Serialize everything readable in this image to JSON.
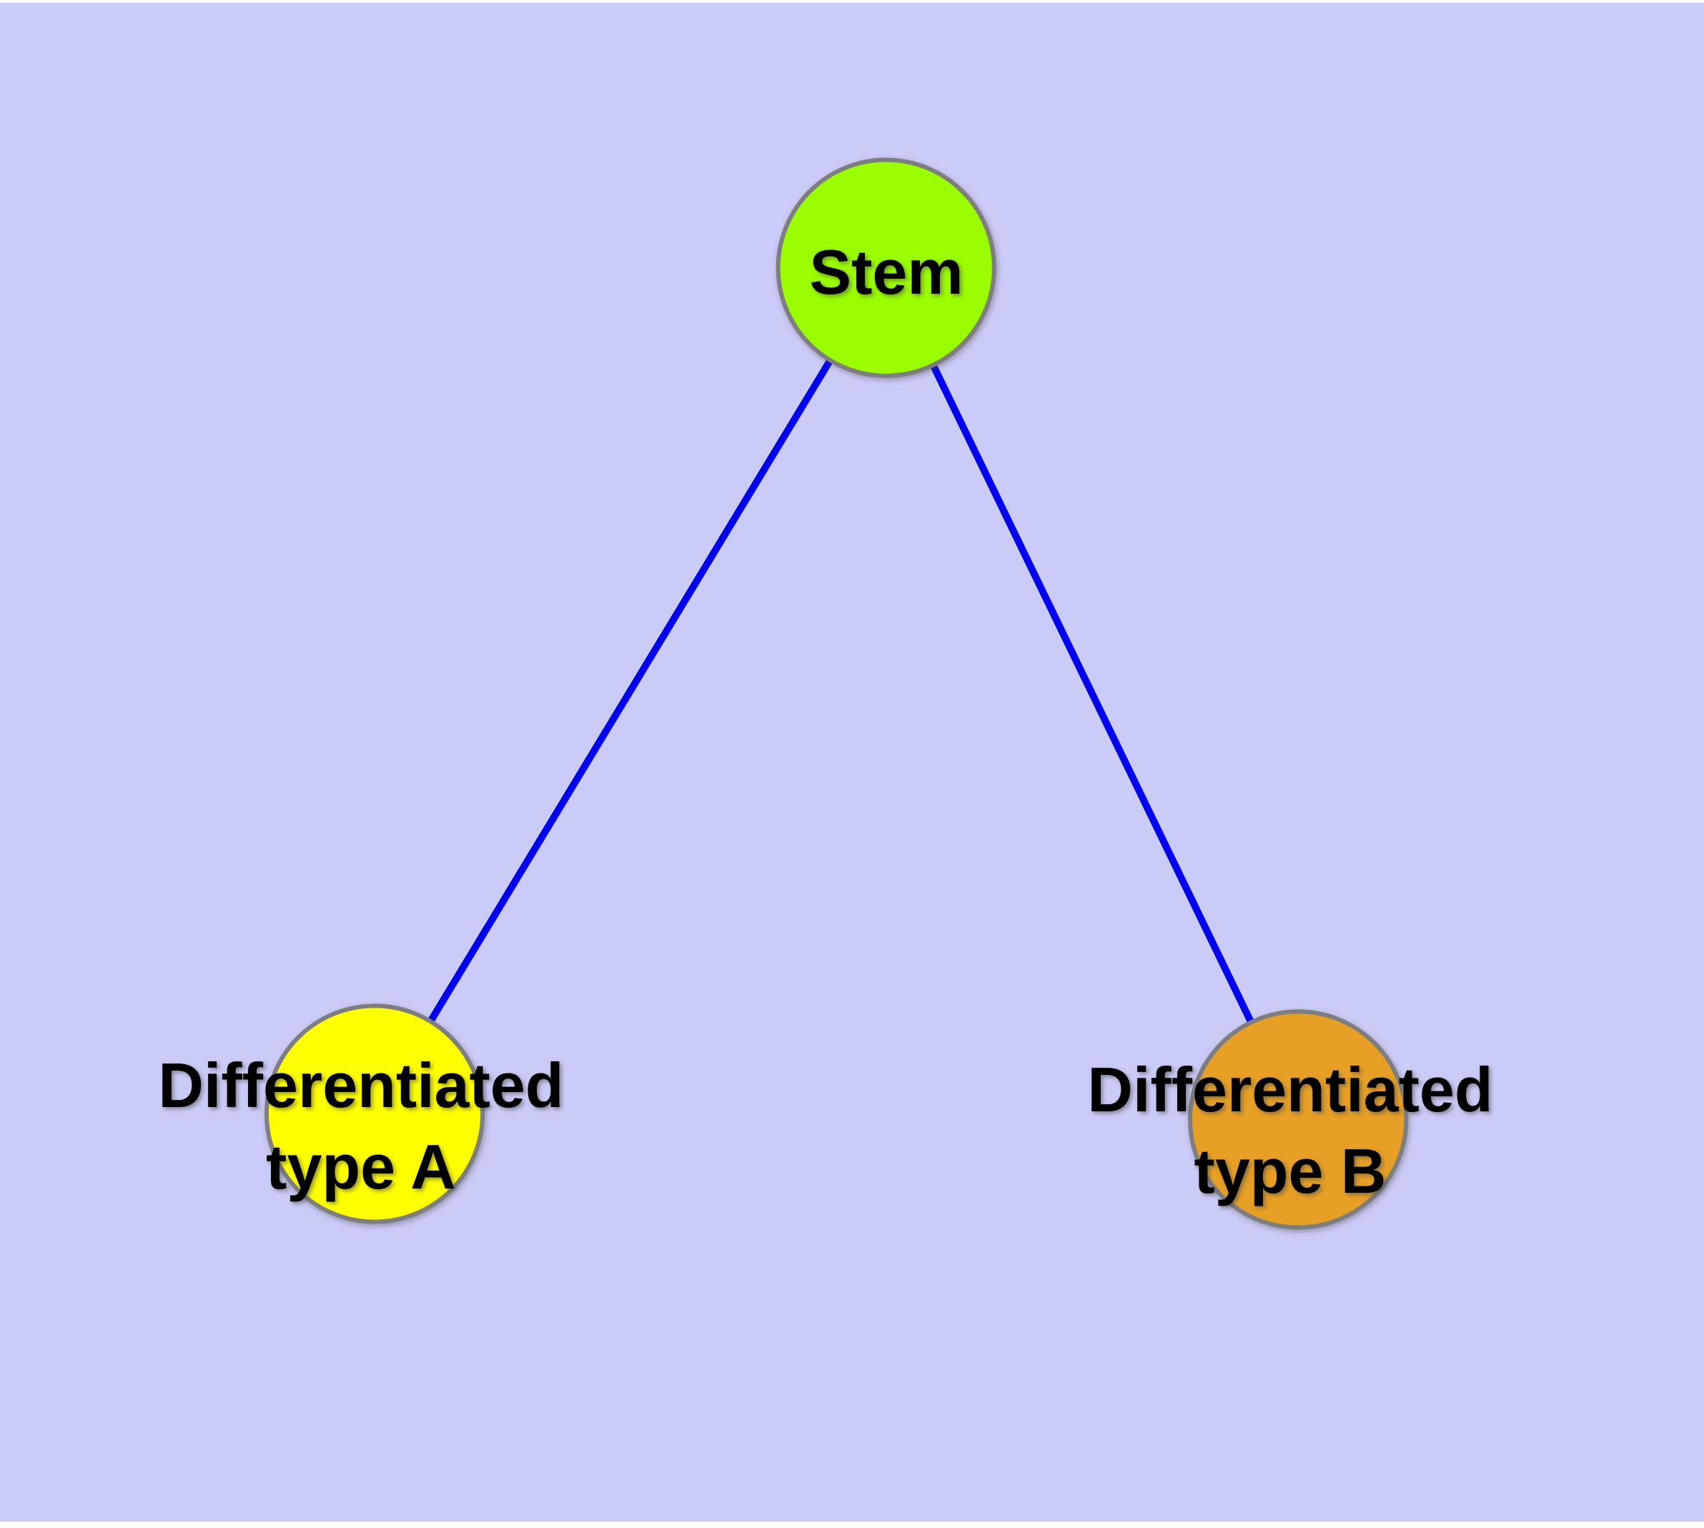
{
  "diagram": {
    "background_color": "#CBCBF8",
    "page_margin_color": "#FFFFFF",
    "edge_color": "#0000EE",
    "node_border_color": "#7E7E7E",
    "nodes": [
      {
        "id": "stem",
        "label": "Stem",
        "color": "#9AFE00"
      },
      {
        "id": "differentiated-type-a",
        "label_line1": "Differentiated",
        "label_line2": "type A",
        "color": "#FFFF00"
      },
      {
        "id": "differentiated-type-b",
        "label_line1": "Differentiated",
        "label_line2": "type B",
        "color": "#E7A025"
      }
    ],
    "edges": [
      {
        "from": "stem",
        "to": "differentiated-type-a"
      },
      {
        "from": "stem",
        "to": "differentiated-type-b"
      }
    ]
  }
}
